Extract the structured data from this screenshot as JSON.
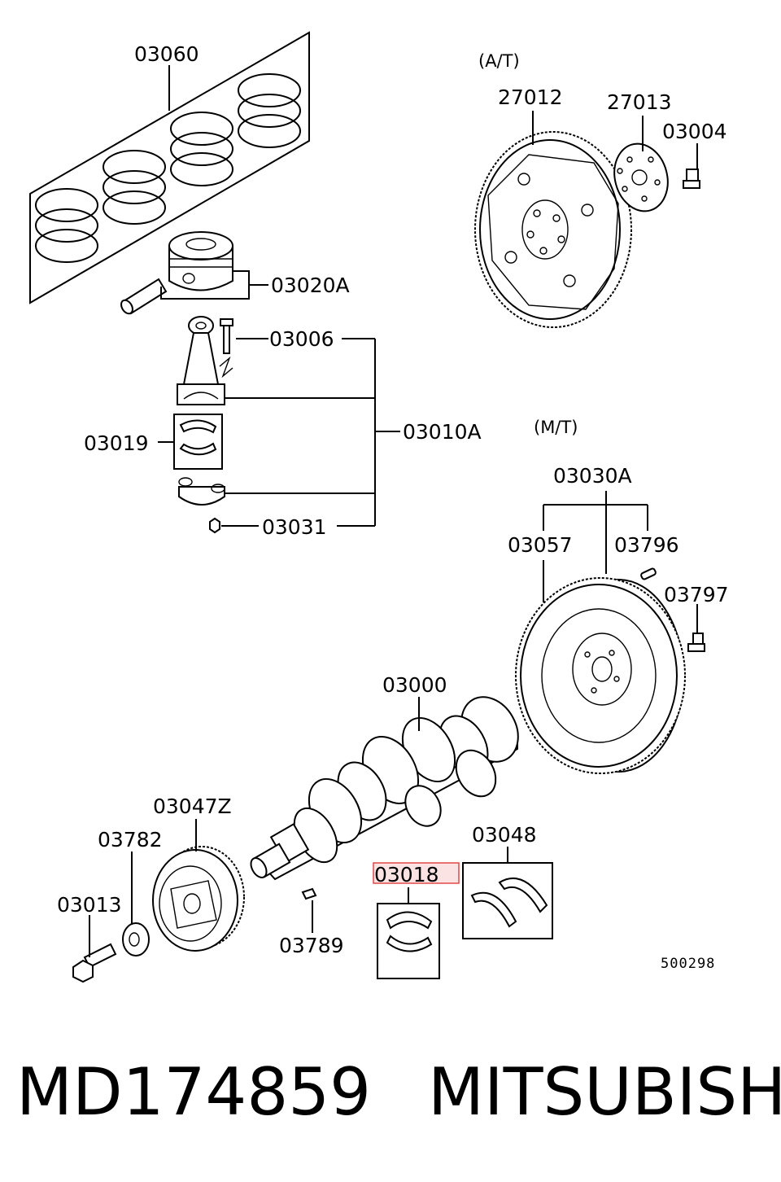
{
  "labels": {
    "p03060": "03060",
    "p03020A": "03020A",
    "p03006": "03006",
    "p03019": "03019",
    "p03010A": "03010A",
    "p03031": "03031",
    "at": "(A/T)",
    "p27012": "27012",
    "p27013": "27013",
    "p03004": "03004",
    "mt": "(M/T)",
    "p03030A": "03030A",
    "p03057": "03057",
    "p03796": "03796",
    "p03797": "03797",
    "p03000": "03000",
    "p03047Z": "03047Z",
    "p03782": "03782",
    "p03013": "03013",
    "p03789": "03789",
    "p03018": "03018",
    "p03048": "03048",
    "drawing_no": "500298"
  },
  "footer": {
    "part_number": "MD174859",
    "brand": "MITSUBISHI"
  },
  "colors": {
    "highlight_fill": "#fbe3e3",
    "highlight_stroke": "#e04848",
    "highlight_text": "#7a3a3a",
    "line": "#000000"
  }
}
